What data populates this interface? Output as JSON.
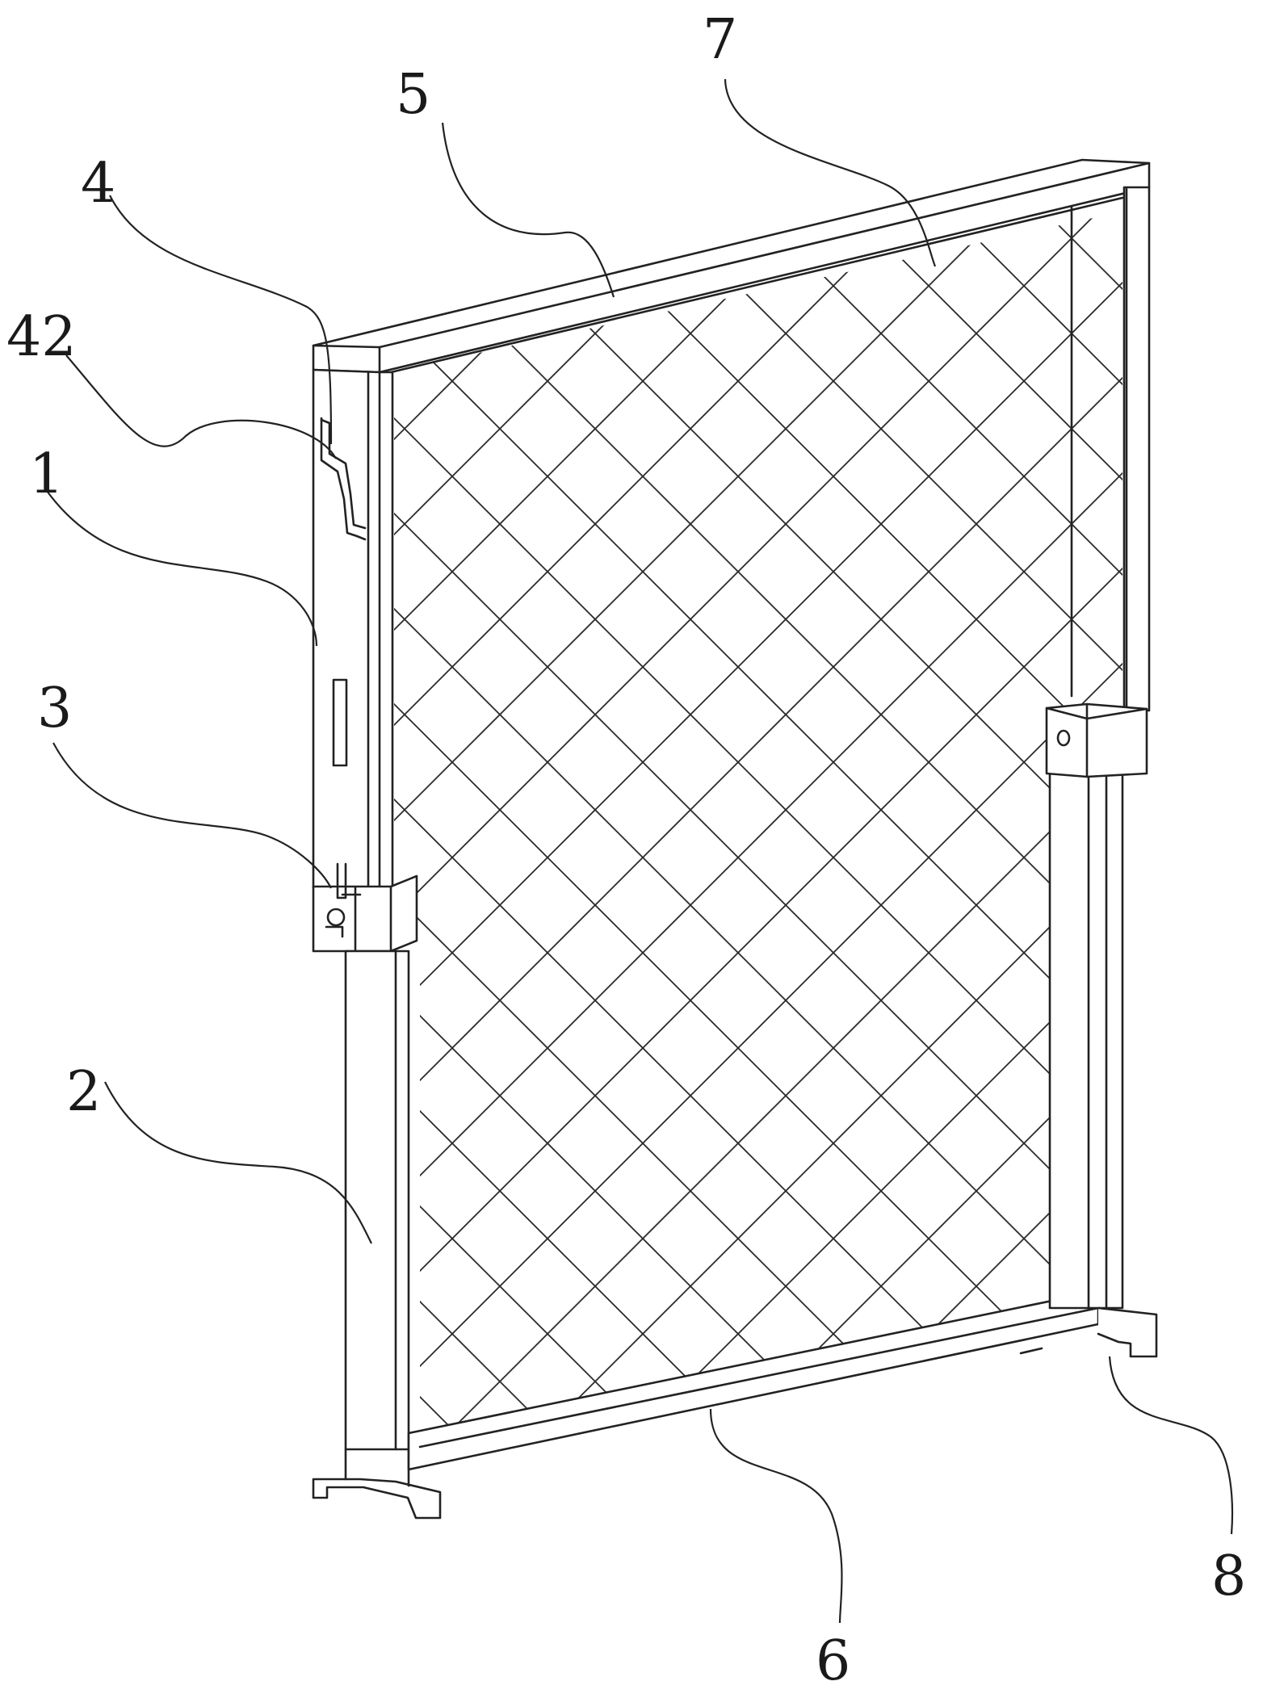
{
  "diagram": {
    "callouts": [
      {
        "id": "c5",
        "text": "5"
      },
      {
        "id": "c7",
        "text": "7"
      },
      {
        "id": "c4",
        "text": "4"
      },
      {
        "id": "c42",
        "text": "42"
      },
      {
        "id": "c1",
        "text": "1"
      },
      {
        "id": "c3",
        "text": "3"
      },
      {
        "id": "c2",
        "text": "2"
      },
      {
        "id": "c6",
        "text": "6"
      },
      {
        "id": "c8",
        "text": "8"
      }
    ]
  }
}
